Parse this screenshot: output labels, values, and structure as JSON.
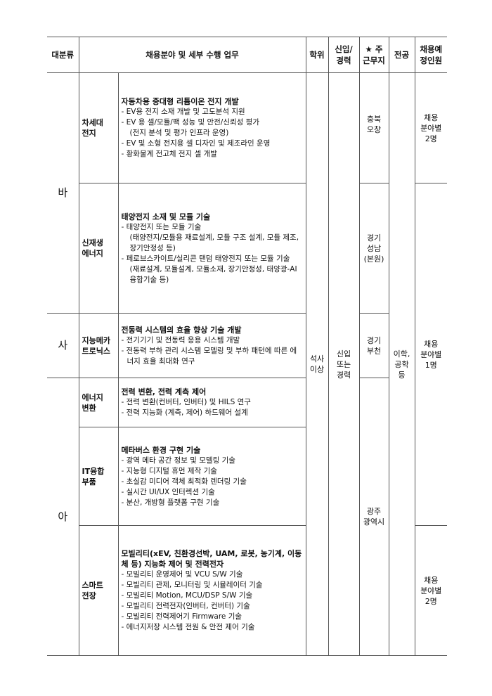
{
  "header": {
    "category": "대분류",
    "field_duty": "채용분야 및 세부 수행 업무",
    "degree": "학위",
    "career": "신입/\n경력",
    "location": "★ 주\n근무지",
    "major": "전공",
    "headcount": "채용예\n정인원"
  },
  "categories": [
    "바",
    "사",
    "아"
  ],
  "rows": [
    {
      "field": "차세대\n전지",
      "title": "자동차용 중대형 리튬이온 전지 개발",
      "items": [
        "- EV용 전지 소재 개발 및 고도분석 지원",
        "- EV 용 셀/모듈/팩 성능 및 안전/신뢰성 평가",
        "(전지 분석 및 평가 인프라 운영)",
        "- EV 및 소형 전지용 셀 디자인 및 제조라인 운영",
        "- 황화물계 전고체 전지 셀 개발"
      ]
    },
    {
      "field": "신재생\n에너지",
      "title": "태양전지 소재 및 모듈 기술",
      "items": [
        "- 태양전지 또는 모듈 기술",
        "(태양전지/모듈용 재료설계, 모듈 구조 설계, 모듈 제조, 장기안정성 등)",
        "- 페로브스카이트/실리콘 탠덤 태양전지 또는 모듈 기술",
        "(재료설계, 모듈설계, 모듈소재, 장기안정성, 태양광-AI 융합기술 등)"
      ]
    },
    {
      "field": "지능메카\n트로닉스",
      "title": "전동력 시스템의 효율 향상 기술 개발",
      "items": [
        "- 전기기기 및 전동력 응용 시스템 개발",
        "- 전동력 부하 관리 시스템 모델링 및 부하 패턴에 따른 에너지 효율 최대화 연구"
      ]
    },
    {
      "field": "에너지\n변환",
      "title": "전력 변환, 전력 계측 제어",
      "items": [
        "- 전력 변환(컨버터, 인버터) 및 HILS 연구",
        "- 전력 지능화 (계측, 제어) 하드웨어 설계"
      ]
    },
    {
      "field": "IT융합\n부품",
      "title": "메타버스 환경 구현 기술",
      "items": [
        "- 광역 메타 공간 정보 및 모델링 기술",
        "- 지능형 디지털 휴먼 제작 기술",
        "- 초실감 미디어 객체 최적화 렌더링 기술",
        "- 실시간 UI/UX 인터렉션 기술",
        "- 분산, 개방형 플랫폼 구현 기술"
      ]
    },
    {
      "field": "스마트\n전장",
      "title": "모빌리티(xEV, 친환경선박, UAM, 로봇, 농기계, 이동체 등) 지능화 제어 및 전력전자",
      "items": [
        "- 모빌리티 운영제어 및 VCU S/W 기술",
        "- 모빌리티 관제, 모니터링 및 시뮬레이터 기술",
        "- 모빌리티 Motion, MCU/DSP S/W 기술",
        "- 모빌리티 전력전자(인버터, 컨버터) 기술",
        "- 모빌리티 전력제어기 Firmware 기술",
        "- 에너지저장 시스템 전원 & 안전 제어 기술"
      ]
    }
  ],
  "degree": "석사\n이상",
  "career": "신입\n또는\n경력",
  "locations": [
    "충북\n오창",
    "경기\n성남\n(본원)",
    "경기\n부천",
    "광주\n광역시"
  ],
  "major": "이학,\n공학\n등",
  "headcounts": [
    "채용\n분야별\n2명",
    "채용\n분야별\n1명",
    "채용\n분야별\n2명"
  ]
}
